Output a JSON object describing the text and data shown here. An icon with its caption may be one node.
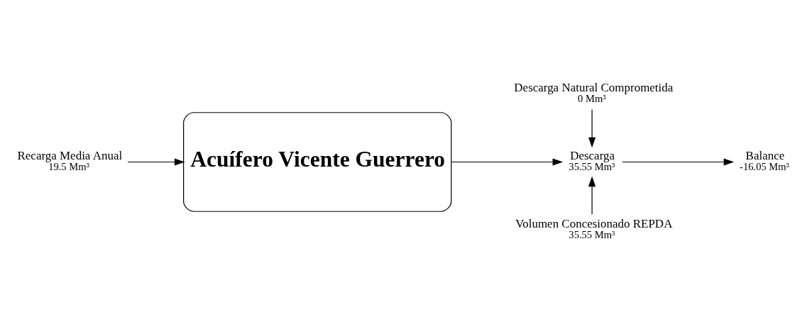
{
  "diagram": {
    "nodes": [
      {
        "text": [
          "Recarga Media Anual",
          "19.5 Mm³"
        ]
      },
      {
        "text": [
          "Acuífero Vicente Guerrero"
        ]
      },
      {
        "text": [
          "Descarga",
          "35.55 Mm³"
        ]
      },
      {
        "text": [
          "Balance",
          "-16.05 Mm³"
        ]
      },
      {
        "text": [
          "Descarga Natural Comprometida",
          "0 Mm³"
        ]
      },
      {
        "text": [
          "Volumen Concesionado REPDA",
          "35.55 Mm³"
        ]
      }
    ],
    "edges": [
      {
        "from": 0,
        "to": 1,
        "arrow": "to"
      },
      {
        "from": 1,
        "to": 2,
        "arrow": "to"
      },
      {
        "from": 2,
        "to": 3,
        "arrow": "to"
      },
      {
        "from": 4,
        "to": 2,
        "arrow": "to"
      },
      {
        "from": 5,
        "to": 2,
        "arrow": "to"
      }
    ]
  }
}
